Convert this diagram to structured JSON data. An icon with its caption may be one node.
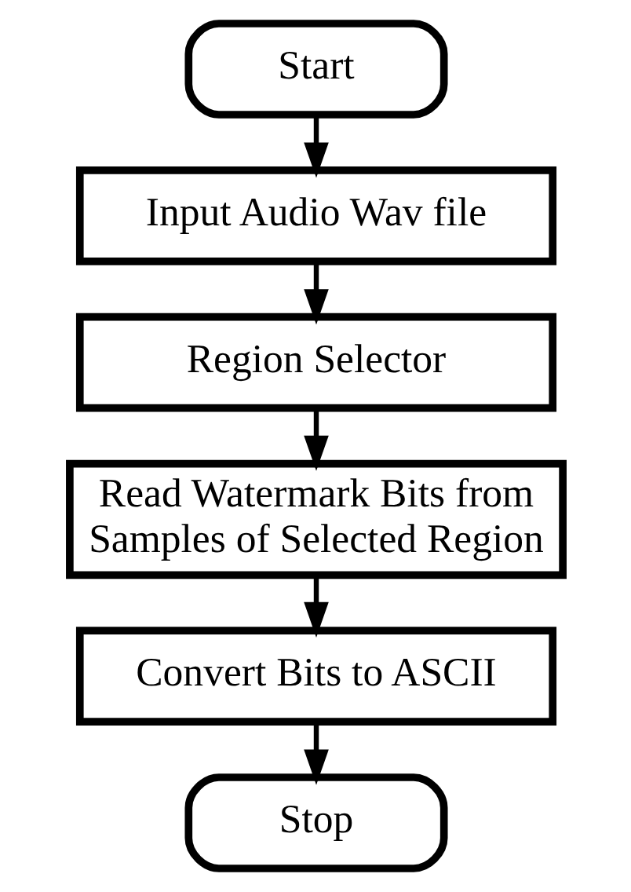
{
  "diagram": {
    "nodes": [
      {
        "text": [
          "Start"
        ]
      },
      {
        "text": [
          "Input Audio Wav file"
        ]
      },
      {
        "text": [
          "Region Selector"
        ]
      },
      {
        "text": [
          "Read Watermark Bits from Samples of Selected Region"
        ]
      },
      {
        "text": [
          "Convert Bits to ASCII"
        ]
      },
      {
        "text": [
          "Stop"
        ]
      }
    ],
    "edges": [
      {
        "from": 0,
        "to": 1,
        "arrow": "to"
      },
      {
        "from": 1,
        "to": 2,
        "arrow": "to"
      },
      {
        "from": 2,
        "to": 3,
        "arrow": "to"
      },
      {
        "from": 3,
        "to": 4,
        "arrow": "to"
      },
      {
        "from": 4,
        "to": 5,
        "arrow": "to"
      }
    ]
  }
}
